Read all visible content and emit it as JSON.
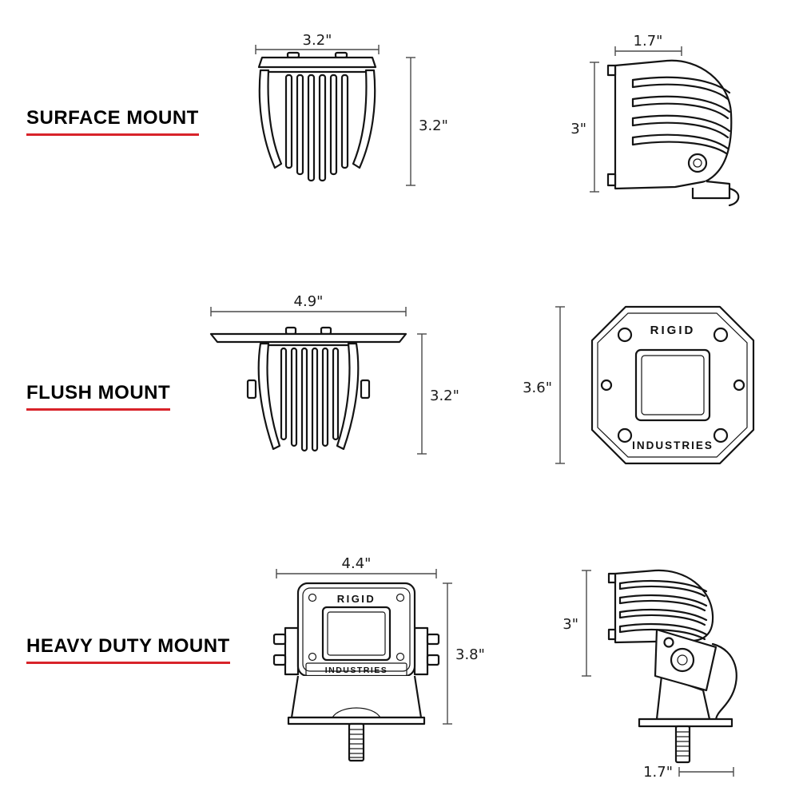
{
  "page": {
    "bg": "#ffffff",
    "accent": "#d8232a"
  },
  "sections": {
    "surface": {
      "label": "SURFACE MOUNT",
      "front": {
        "width": "3.2\"",
        "height": "3.2\""
      },
      "side": {
        "depth": "1.7\"",
        "height": "3\""
      }
    },
    "flush": {
      "label": "FLUSH MOUNT",
      "front": {
        "width": "4.9\"",
        "height": "3.2\""
      },
      "face": {
        "height": "3.6\"",
        "brand_top": "RIGID",
        "brand_bottom": "INDUSTRIES"
      }
    },
    "heavy": {
      "label": "HEAVY DUTY MOUNT",
      "front": {
        "width": "4.4\"",
        "height": "3.8\"",
        "brand_top": "RIGID",
        "brand_bottom": "INDUSTRIES"
      },
      "side": {
        "height": "3\"",
        "depth": "1.7\""
      }
    }
  }
}
